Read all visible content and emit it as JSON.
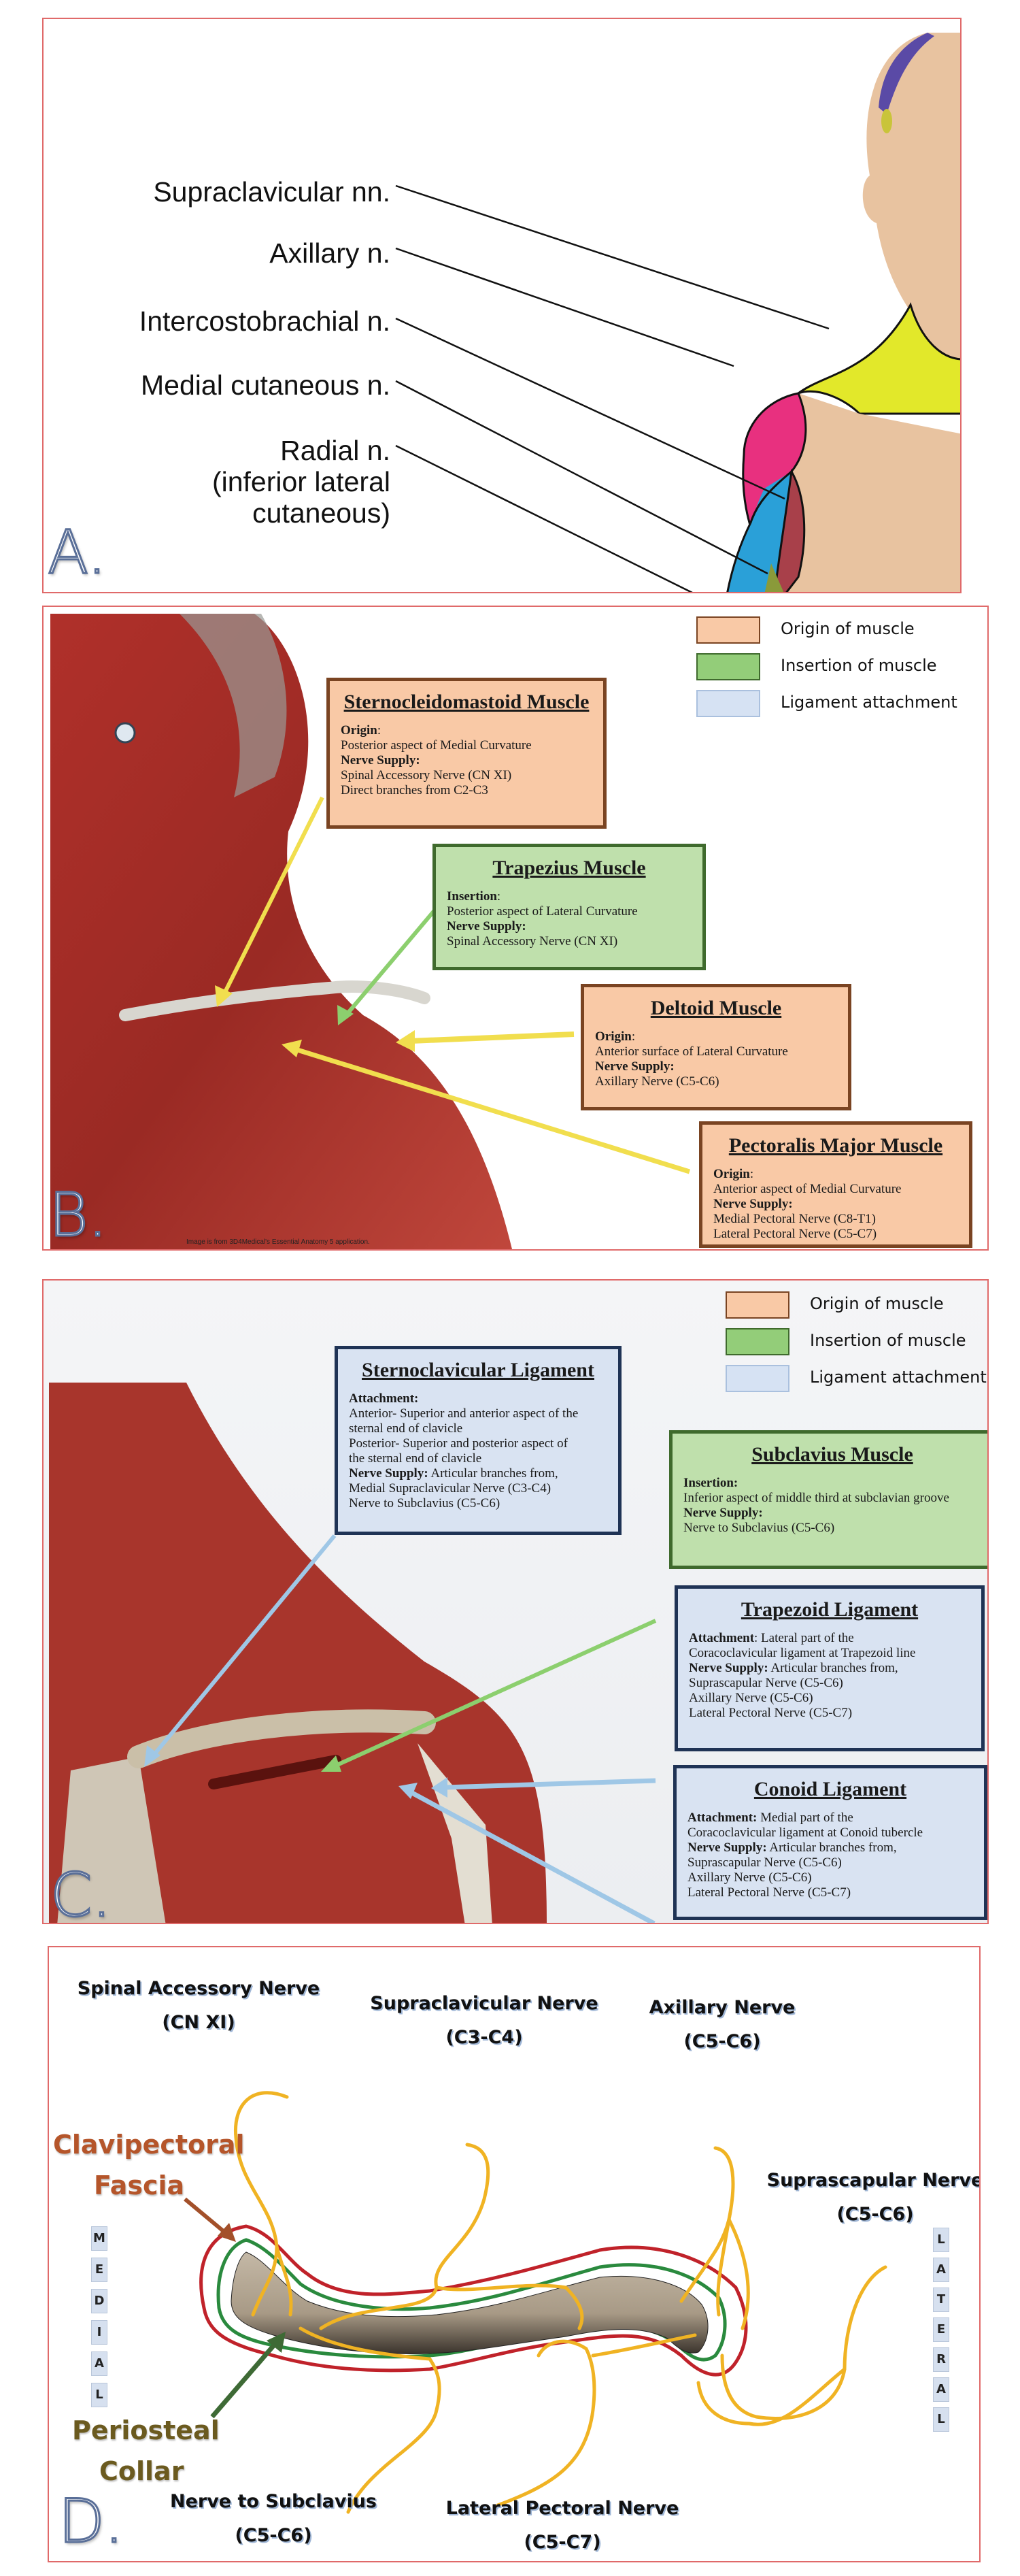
{
  "panel_a": {
    "letter": "A.",
    "labels": [
      {
        "lines": [
          "Supraclavicular nn."
        ]
      },
      {
        "lines": [
          "Axillary n."
        ]
      },
      {
        "lines": [
          "Intercostobrachial n."
        ]
      },
      {
        "lines": [
          "Medial cutaneous n."
        ]
      },
      {
        "lines": [
          "Radial n.",
          "(inferior lateral",
          "cutaneous)"
        ]
      }
    ],
    "region_colors": {
      "supraclavicular": "#e2e82a",
      "axillary": "#e8307f",
      "intercostobrachial": "#a8404a",
      "medial_cutaneous": "#2aa0d8",
      "radial": "#8a9a3a",
      "skin": "#e8c3a0",
      "scalp_purple": "#5a4aa6"
    }
  },
  "legend": {
    "items": [
      {
        "label": "Origin of muscle",
        "color": "#f9c9a6",
        "border": "#7a4422"
      },
      {
        "label": "Insertion of muscle",
        "color": "#93cd79",
        "border": "#3f6a2d"
      },
      {
        "label": "Ligament attachment",
        "color": "#d6e2f3",
        "border": "#aac0de"
      }
    ]
  },
  "panel_b": {
    "letter": "B.",
    "credit": "Image is from 3D4Medical's Essential Anatomy 5 application.",
    "boxes": [
      {
        "title": "Sternocleidomastoid Muscle",
        "kind": "origin",
        "lines": [
          [
            "Origin",
            ":"
          ],
          [
            "",
            "Posterior aspect of Medial Curvature"
          ],
          [
            "Nerve Supply:",
            ""
          ],
          [
            "",
            "Spinal Accessory Nerve (CN XI)"
          ],
          [
            "",
            "Direct branches from C2-C3"
          ]
        ]
      },
      {
        "title": "Trapezius Muscle",
        "kind": "insertion",
        "lines": [
          [
            "Insertion",
            ":"
          ],
          [
            "",
            "Posterior aspect of Lateral Curvature"
          ],
          [
            "Nerve Supply:",
            ""
          ],
          [
            "",
            "Spinal Accessory Nerve (CN XI)"
          ]
        ]
      },
      {
        "title": "Deltoid Muscle",
        "kind": "origin",
        "lines": [
          [
            "Origin",
            ":"
          ],
          [
            "",
            "Anterior surface of Lateral Curvature"
          ],
          [
            "Nerve Supply:",
            ""
          ],
          [
            "",
            "Axillary Nerve (C5-C6)"
          ]
        ]
      },
      {
        "title": "Pectoralis Major Muscle",
        "kind": "origin",
        "lines": [
          [
            "Origin",
            ":"
          ],
          [
            "",
            "Anterior aspect of Medial Curvature"
          ],
          [
            "Nerve Supply:",
            ""
          ],
          [
            "",
            "Medial Pectoral Nerve (C8-T1)"
          ],
          [
            "",
            "Lateral Pectoral Nerve (C5-C7)"
          ]
        ]
      }
    ],
    "arrow_colors": {
      "origin": "#f1de4e",
      "insertion": "#8ccf6e"
    }
  },
  "panel_c": {
    "letter": "C.",
    "boxes": [
      {
        "title": "Sternoclavicular Ligament",
        "kind": "ligament",
        "lines": [
          [
            "Attachment:",
            ""
          ],
          [
            "",
            "Anterior- Superior and anterior aspect of the"
          ],
          [
            "",
            "sternal end of clavicle"
          ],
          [
            "",
            "Posterior- Superior and posterior aspect of"
          ],
          [
            "",
            "the sternal end of clavicle"
          ],
          [
            "Nerve Supply:",
            " Articular branches from,"
          ],
          [
            "",
            "Medial Supraclavicular Nerve (C3-C4)"
          ],
          [
            "",
            "Nerve to Subclavius (C5-C6)"
          ]
        ]
      },
      {
        "title": "Subclavius Muscle",
        "kind": "insertion",
        "lines": [
          [
            "Insertion:",
            ""
          ],
          [
            "",
            "Inferior aspect of middle third at subclavian groove"
          ],
          [
            "Nerve Supply:",
            ""
          ],
          [
            "",
            "Nerve to Subclavius (C5-C6)"
          ]
        ]
      },
      {
        "title": "Trapezoid Ligament",
        "kind": "ligament",
        "lines": [
          [
            "Attachment",
            ": Lateral part of the"
          ],
          [
            "",
            "Coracoclavicular ligament at Trapezoid line"
          ],
          [
            "Nerve Supply:",
            " Articular branches from,"
          ],
          [
            "",
            "Suprascapular Nerve (C5-C6)"
          ],
          [
            "",
            "Axillary Nerve (C5-C6)"
          ],
          [
            "",
            "Lateral Pectoral Nerve (C5-C7)"
          ]
        ]
      },
      {
        "title": "Conoid Ligament",
        "kind": "ligament",
        "lines": [
          [
            "Attachment:",
            " Medial part of the"
          ],
          [
            "",
            "Coracoclavicular ligament at Conoid tubercle"
          ],
          [
            "Nerve Supply:",
            " Articular branches from,"
          ],
          [
            "",
            "Suprascapular Nerve (C5-C6)"
          ],
          [
            "",
            "Axillary Nerve (C5-C6)"
          ],
          [
            "",
            "Lateral Pectoral Nerve (C5-C7)"
          ]
        ]
      }
    ],
    "arrow_colors": {
      "ligament": "#9fc7e6",
      "insertion": "#8ccf6e"
    }
  },
  "panel_d": {
    "letter": "D.",
    "nerves": [
      {
        "name": "Spinal Accessory Nerve",
        "root": "(CN XI)"
      },
      {
        "name": "Supraclavicular Nerve",
        "root": "(C3-C4)"
      },
      {
        "name": "Axillary Nerve",
        "root": "(C5-C6)"
      },
      {
        "name": "Suprascapular Nerve",
        "root": "(C5-C6)"
      },
      {
        "name": "Nerve to Subclavius",
        "root": "(C5-C6)"
      },
      {
        "name": "Lateral Pectoral Nerve",
        "root": "(C5-C7)"
      }
    ],
    "fascia_label": [
      "Clavipectoral",
      "Fascia"
    ],
    "collar_label": [
      "Periosteal",
      "Collar"
    ],
    "medial_letters": [
      "M",
      "E",
      "D",
      "I",
      "A",
      "L"
    ],
    "lateral_letters": [
      "L",
      "A",
      "T",
      "E",
      "R",
      "A",
      "L"
    ],
    "colors": {
      "nerve": "#f0b323",
      "fascia": "#c0222a",
      "periosteum": "#2a8a3e",
      "bone": "#b5a896"
    }
  }
}
